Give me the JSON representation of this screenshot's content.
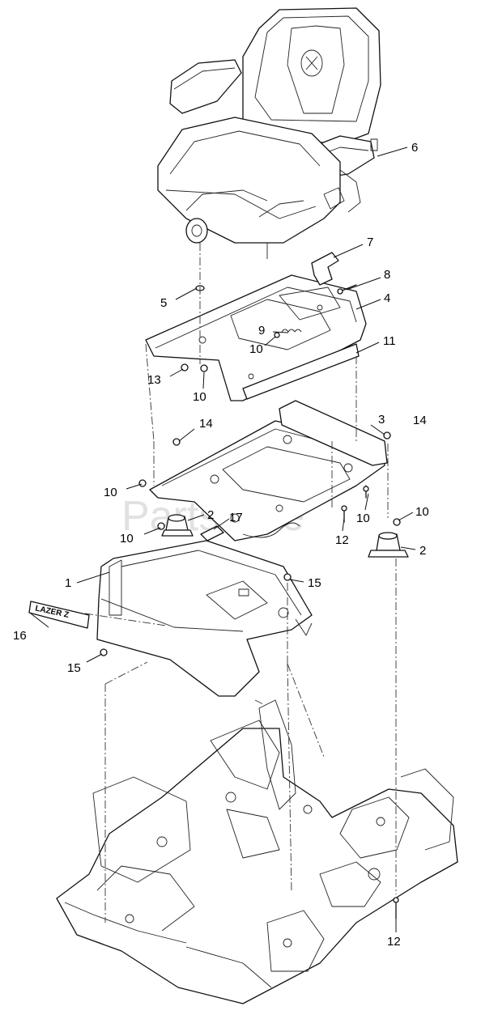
{
  "watermark": "PartsTree",
  "callouts": {
    "c1": "1",
    "c2a": "2",
    "c2b": "2",
    "c3": "3",
    "c4": "4",
    "c5": "5",
    "c6": "6",
    "c7": "7",
    "c8": "8",
    "c9": "9",
    "c10a": "10",
    "c10b": "10",
    "c10c": "10",
    "c10d": "10",
    "c10e": "10",
    "c10f": "10",
    "c11": "11",
    "c12a": "12",
    "c12b": "12",
    "c13": "13",
    "c14a": "14",
    "c14b": "14",
    "c15a": "15",
    "c15b": "15",
    "c16": "16",
    "c17": "17"
  },
  "decal_text": "LAZER Z"
}
